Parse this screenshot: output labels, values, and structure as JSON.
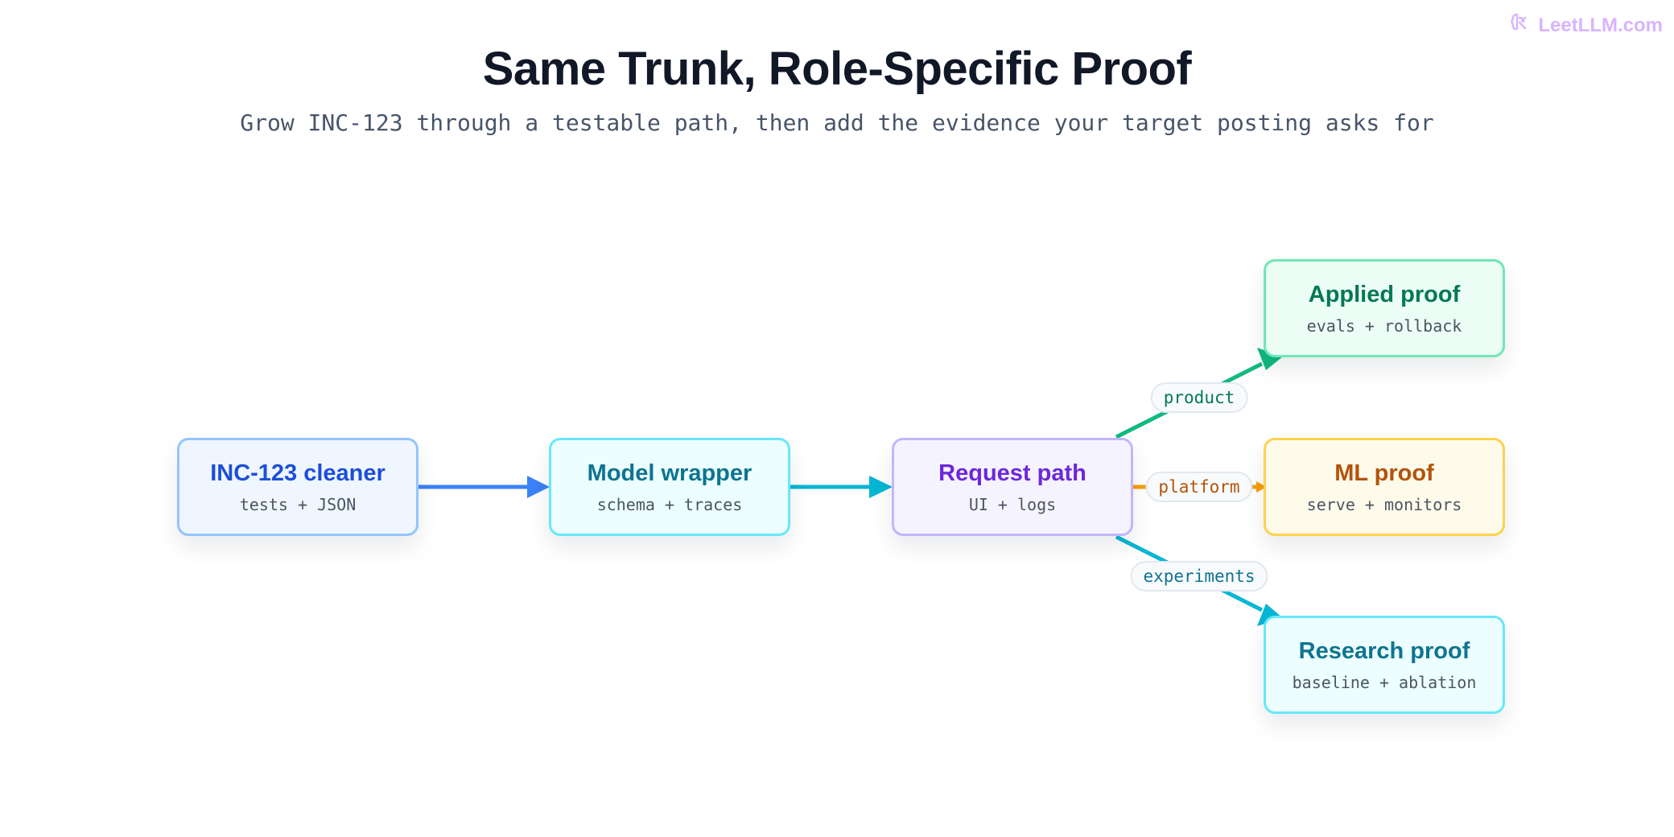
{
  "brand": {
    "name": "LeetLLM.com",
    "color": "#d8b4fe",
    "icon": "brain-icon"
  },
  "title": "Same Trunk, Role-Specific Proof",
  "subtitle": "Grow INC-123 through a testable path, then add the evidence your target posting asks for",
  "nodes": [
    {
      "id": "cleaner",
      "title": "INC-123 cleaner",
      "sub": "tests + JSON",
      "text_color": "#1d4ed8",
      "border": "#93c5fd",
      "fill": "#eff6ff"
    },
    {
      "id": "wrapper",
      "title": "Model wrapper",
      "sub": "schema + traces",
      "text_color": "#0e7490",
      "border": "#67e8f9",
      "fill": "#ecfeff"
    },
    {
      "id": "request",
      "title": "Request path",
      "sub": "UI + logs",
      "text_color": "#6d28d9",
      "border": "#c4b5fd",
      "fill": "#f5f3ff"
    },
    {
      "id": "applied",
      "title": "Applied proof",
      "sub": "evals + rollback",
      "text_color": "#047857",
      "border": "#6ee7b7",
      "fill": "#ecfdf5"
    },
    {
      "id": "ml",
      "title": "ML proof",
      "sub": "serve + monitors",
      "text_color": "#b45309",
      "border": "#fcd34d",
      "fill": "#fffbeb"
    },
    {
      "id": "research",
      "title": "Research proof",
      "sub": "baseline + ablation",
      "text_color": "#0e7490",
      "border": "#67e8f9",
      "fill": "#ecfeff"
    }
  ],
  "edges": [
    {
      "from": "cleaner",
      "to": "wrapper",
      "color": "#3b82f6"
    },
    {
      "from": "wrapper",
      "to": "request",
      "color": "#06b6d4"
    },
    {
      "from": "request",
      "to": "applied",
      "color": "#10b981",
      "label": "product",
      "label_color": "#047857"
    },
    {
      "from": "request",
      "to": "ml",
      "color": "#f59e0b",
      "label": "platform",
      "label_color": "#b45309"
    },
    {
      "from": "request",
      "to": "research",
      "color": "#06b6d4",
      "label": "experiments",
      "label_color": "#0e7490"
    }
  ]
}
